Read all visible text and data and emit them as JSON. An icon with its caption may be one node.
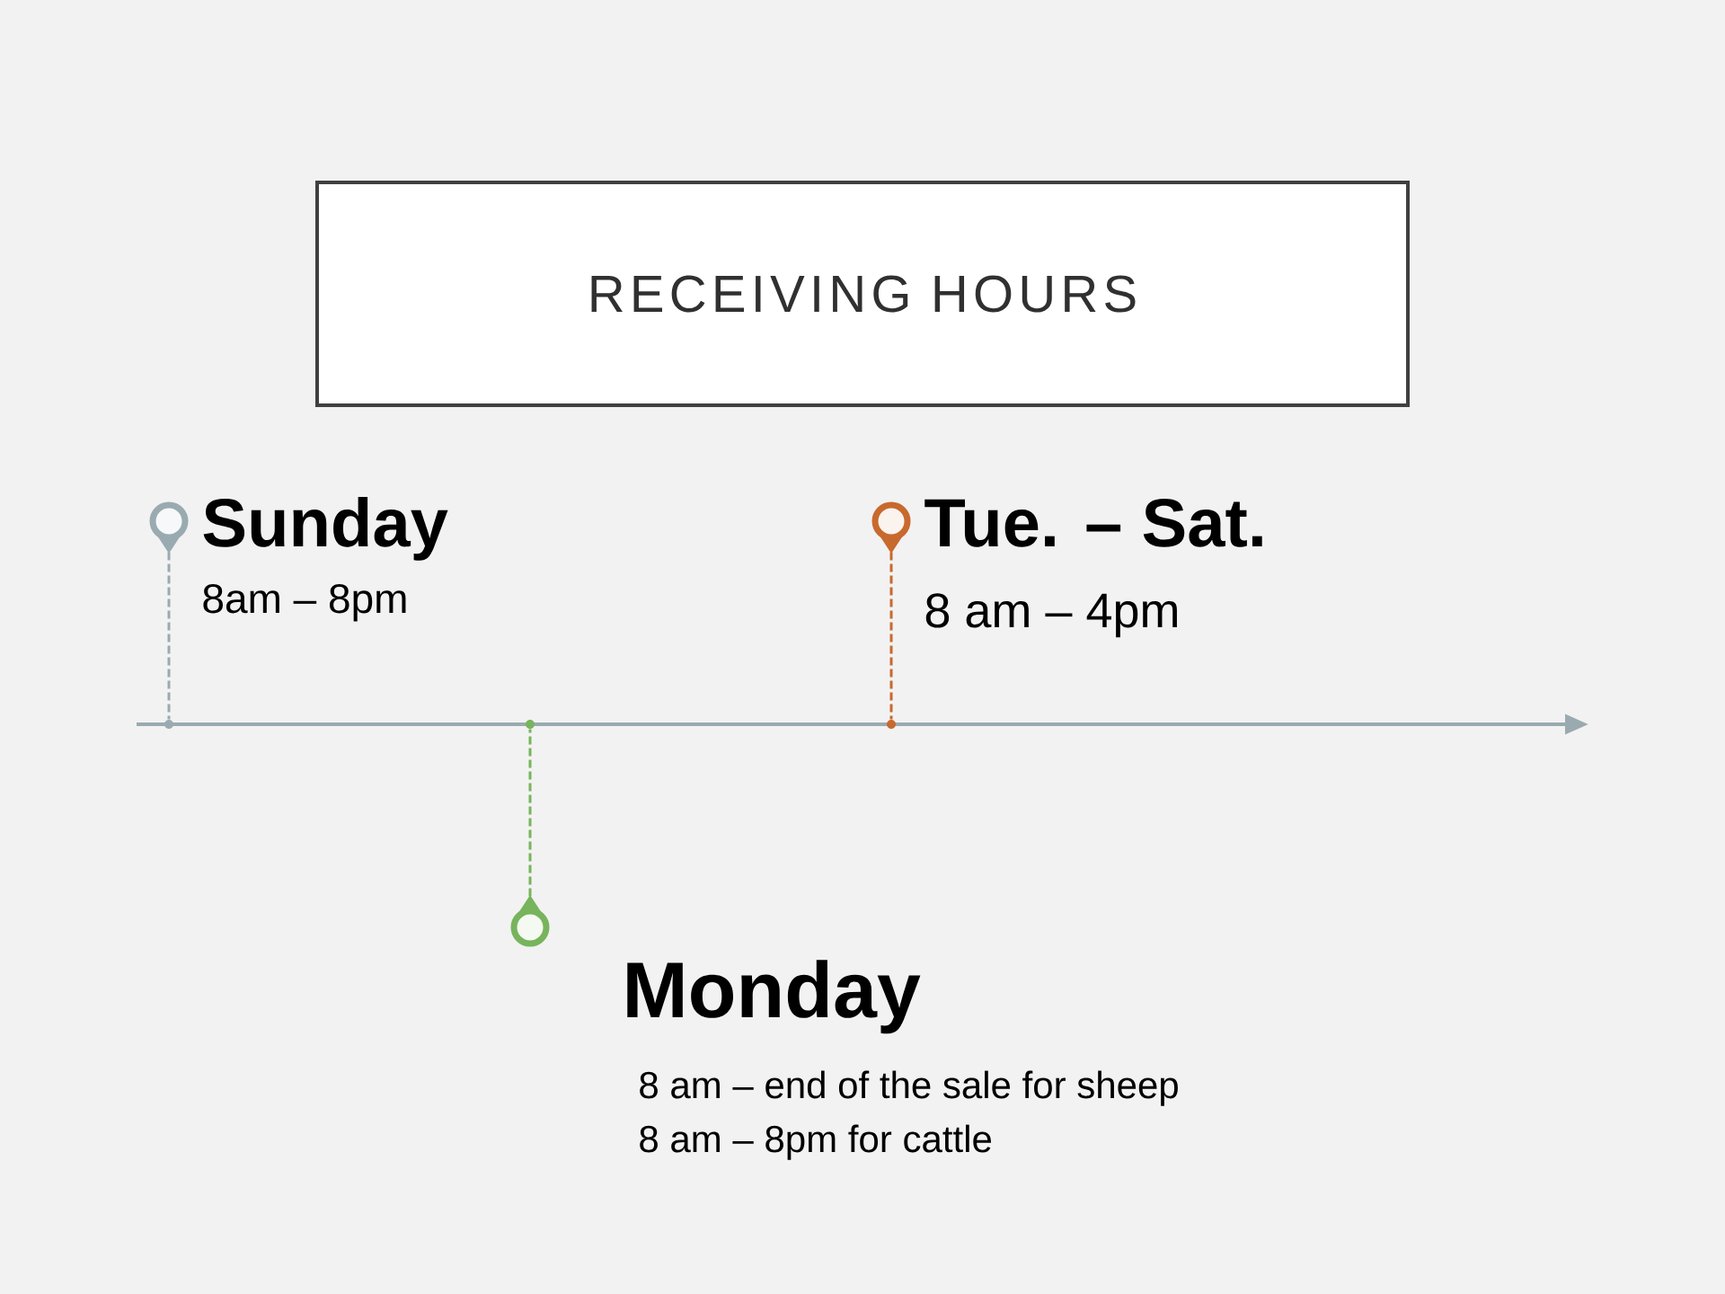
{
  "diagram": {
    "nodes": [
      {
        "text": [
          "RECEIVING HOURS"
        ]
      },
      {
        "text": [],
        "shape": "pin",
        "beside": [
          "Sunday",
          "8am – 8pm"
        ]
      },
      {
        "text": [],
        "shape": "dot"
      },
      {
        "text": [],
        "shape": "pin",
        "beside": [
          "Monday",
          "8 am – end of the sale for sheep",
          "8 am – 8pm for cattle"
        ]
      },
      {
        "text": [],
        "shape": "dot"
      },
      {
        "text": [],
        "shape": "pin",
        "beside": [
          "Tue. – Sat.",
          "8 am – 4pm"
        ]
      },
      {
        "text": [],
        "shape": "dot"
      }
    ],
    "edges": [
      {
        "from": 1,
        "to": 2,
        "arrow": "none",
        "style": "dashed",
        "color": "#99abb0"
      },
      {
        "from": 3,
        "to": 4,
        "arrow": "none",
        "style": "dashed",
        "color": "#77b45c"
      },
      {
        "from": 5,
        "to": 6,
        "arrow": "none",
        "style": "dashed",
        "color": "#c8692e"
      }
    ]
  }
}
